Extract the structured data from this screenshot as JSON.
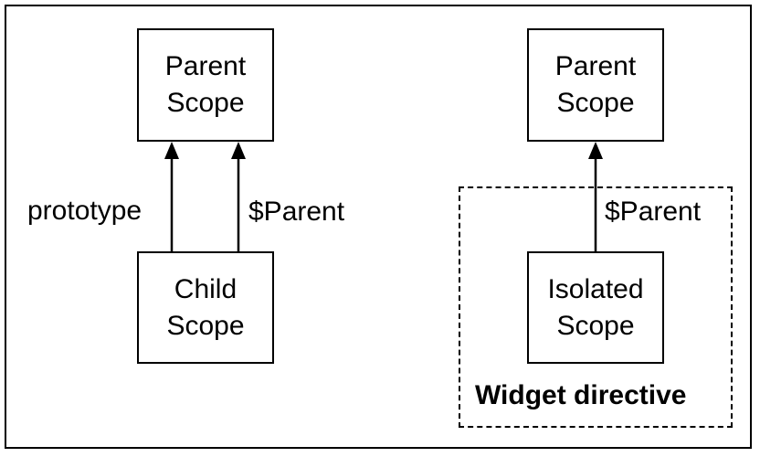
{
  "left_group": {
    "parent_box": {
      "line1": "Parent",
      "line2": "Scope"
    },
    "child_box": {
      "line1": "Child",
      "line2": "Scope"
    },
    "prototype_label": "prototype",
    "parent_ref_label": "$Parent"
  },
  "right_group": {
    "parent_box": {
      "line1": "Parent",
      "line2": "Scope"
    },
    "isolated_box": {
      "line1": "Isolated",
      "line2": "Scope"
    },
    "parent_ref_label": "$Parent",
    "container_label": "Widget directive"
  }
}
